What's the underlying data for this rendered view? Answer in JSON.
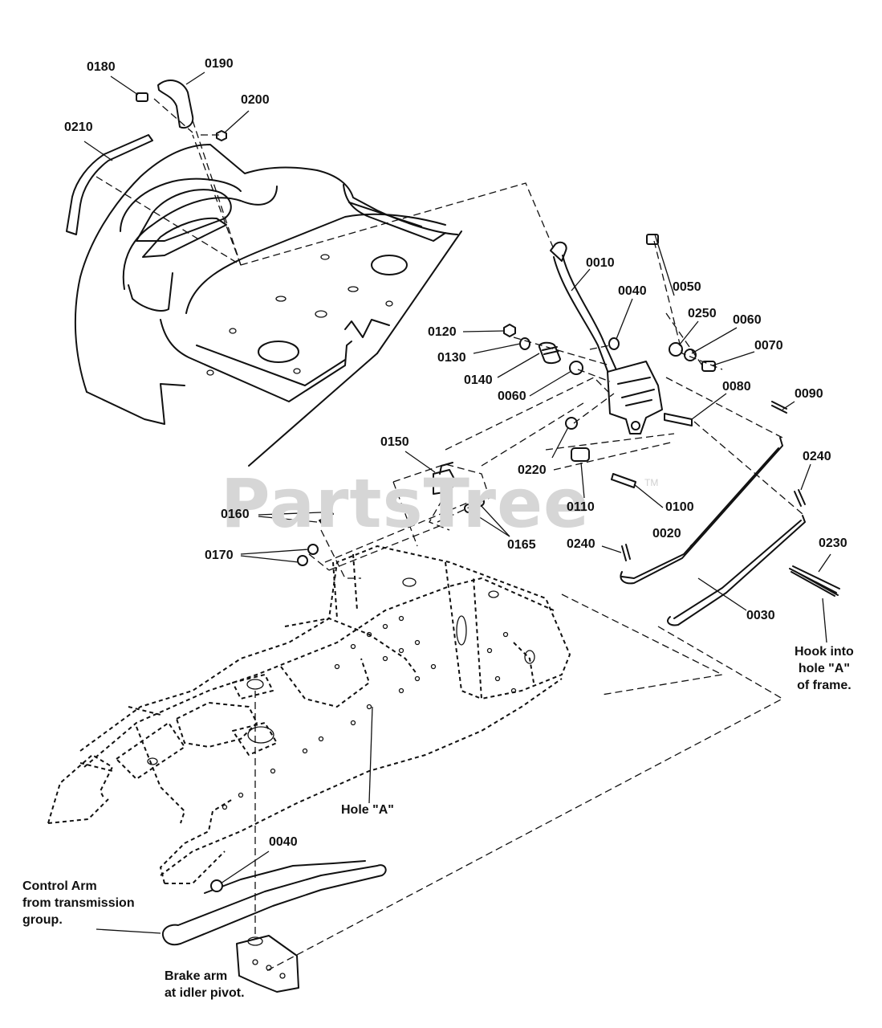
{
  "watermark": {
    "text": "PartsTree",
    "tm": "TM"
  },
  "callouts": {
    "c0010": "0010",
    "c0020": "0020",
    "c0030": "0030",
    "c0040_top": "0040",
    "c0040_bottom": "0040",
    "c0050": "0050",
    "c0060_a": "0060",
    "c0060_b": "0060",
    "c0070": "0070",
    "c0080": "0080",
    "c0090": "0090",
    "c0100": "0100",
    "c0110": "0110",
    "c0120": "0120",
    "c0130": "0130",
    "c0140": "0140",
    "c0150": "0150",
    "c0160": "0160",
    "c0165": "0165",
    "c0170": "0170",
    "c0180": "0180",
    "c0190": "0190",
    "c0200": "0200",
    "c0210": "0210",
    "c0220": "0220",
    "c0230": "0230",
    "c0240_a": "0240",
    "c0240_b": "0240",
    "c0250": "0250"
  },
  "notes": {
    "hook": [
      "Hook into",
      "hole \"A\"",
      "of frame."
    ],
    "hole_a": "Hole \"A\"",
    "control_arm": [
      "Control Arm",
      "from transmission",
      "group."
    ],
    "brake_arm": [
      "Brake arm",
      "at idler pivot."
    ]
  }
}
